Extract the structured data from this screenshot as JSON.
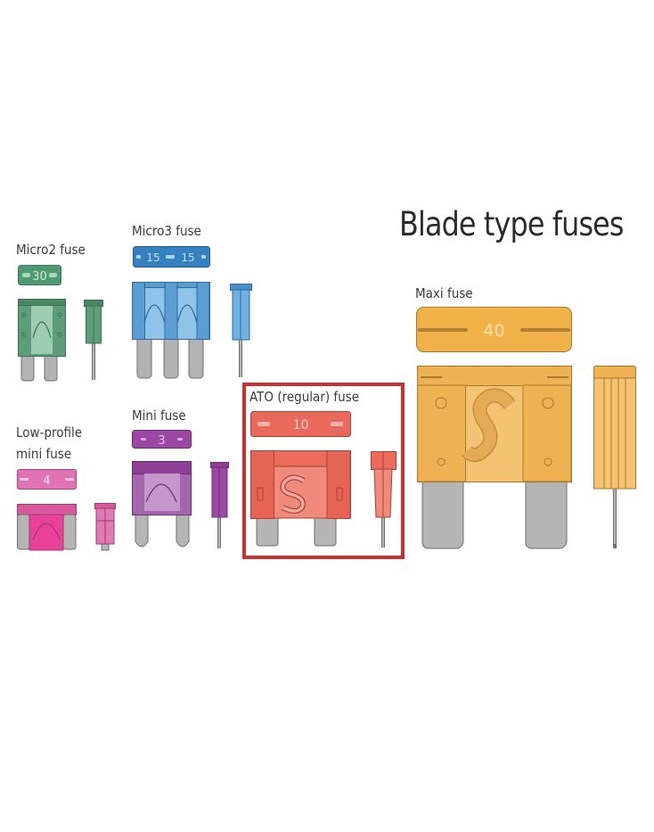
{
  "title": "Blade type fuses",
  "highlight_color": "#c9312f",
  "fuses": [
    {
      "id": "micro2",
      "label": "Micro2 fuse",
      "rating": "30",
      "color": "#4f9a72"
    },
    {
      "id": "micro3",
      "label": "Micro3 fuse",
      "rating_left": "15",
      "rating_right": "15",
      "color": "#3b8cc6"
    },
    {
      "id": "low-profile-mini",
      "label_line1": "Low-profile",
      "label_line2": "mini fuse",
      "rating": "4",
      "color": "#e060a6"
    },
    {
      "id": "mini",
      "label": "Mini fuse",
      "rating": "3",
      "color": "#9a4aa4"
    },
    {
      "id": "ato",
      "label": "ATO (regular) fuse",
      "rating": "10",
      "color": "#ec6b5a",
      "highlighted": true
    },
    {
      "id": "maxi",
      "label": "Maxi fuse",
      "rating": "40",
      "color": "#f2b24a"
    }
  ]
}
